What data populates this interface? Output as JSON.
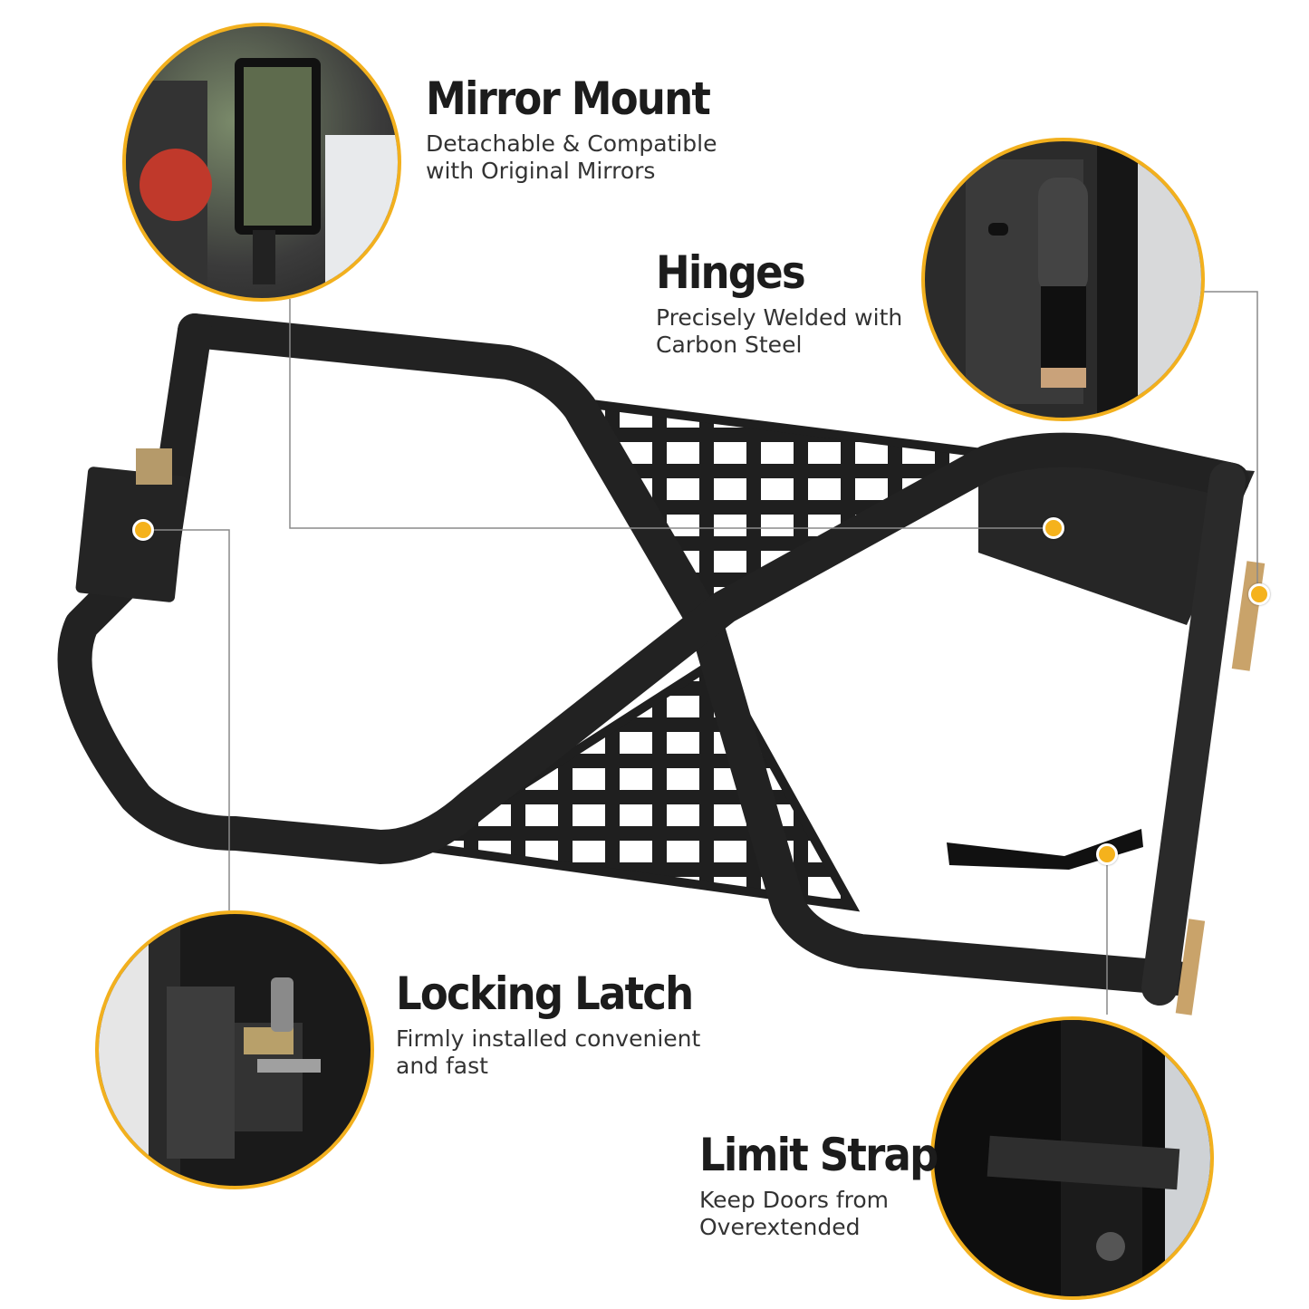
{
  "colors": {
    "accent": "#f2b01e",
    "frame": "#1e1e1e",
    "callout_line": "#8a8a8a"
  },
  "features": {
    "mirror_mount": {
      "title": "Mirror Mount",
      "line1": "Detachable & Compatible",
      "line2": "with Original Mirrors",
      "icon": "mirror-photo"
    },
    "hinges": {
      "title": "Hinges",
      "line1": "Precisely Welded with",
      "line2": "Carbon Steel",
      "icon": "hinge-photo"
    },
    "locking_latch": {
      "title": "Locking Latch",
      "line1": "Firmly installed convenient",
      "line2": "and fast",
      "icon": "latch-photo"
    },
    "limit_strap": {
      "title": "Limit Strap",
      "line1": "Keep Doors from",
      "line2": "Overextended",
      "icon": "strap-photo"
    }
  }
}
